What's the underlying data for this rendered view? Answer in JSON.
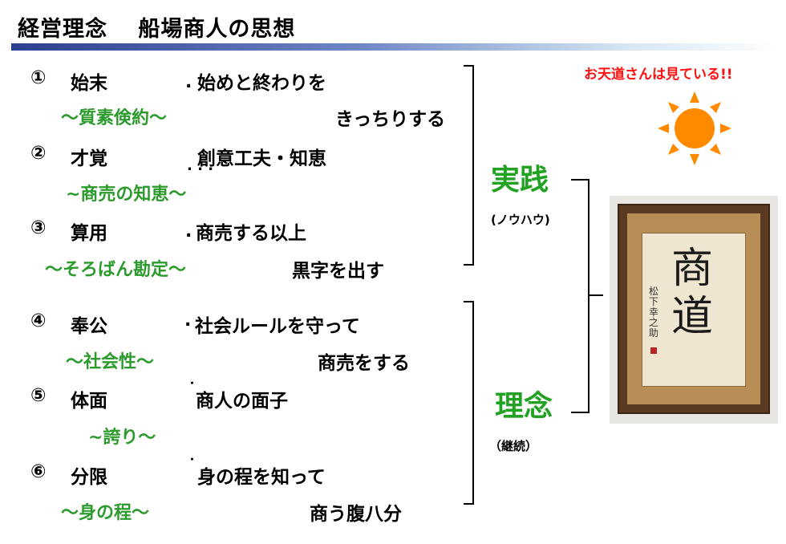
{
  "title": "経営理念　 船場商人の思想",
  "items": [
    {
      "num": "①",
      "name": "始末",
      "dots": ".",
      "desc": "始めと終わりを",
      "sub": "～質素倹約～",
      "desc2": "きっちりする"
    },
    {
      "num": "②",
      "name": "才覚",
      "dots": ". . .",
      "desc": "創意工夫・知恵",
      "sub": "~商売の知恵～",
      "desc2": ""
    },
    {
      "num": "③",
      "name": "算用",
      "dots": ".",
      "desc": "商売する以上",
      "sub": "～そろばん勘定～",
      "desc2": "黒字を出す"
    },
    {
      "num": "④",
      "name": "奉公",
      "dots": ".",
      "desc": "社会ルールを守って",
      "sub": "～社会性～",
      "desc2": "商売をする"
    },
    {
      "num": "⑤",
      "name": "体面",
      "dots": "˙",
      "desc": "商人の面子",
      "sub": "~誇り～",
      "desc2": ""
    },
    {
      "num": "⑥",
      "name": "分限",
      "dots": "˙",
      "desc": "身の程を知って",
      "sub": "～身の程～",
      "desc2": "商う腹八分"
    }
  ],
  "groups": {
    "practice": {
      "label": "実践",
      "sub": "(ノウハウ)"
    },
    "philosophy": {
      "label": "理念",
      "sub": "（継続）"
    }
  },
  "note": "お天道さんは見ている!!",
  "calligraphy": {
    "text": "商道",
    "signature": "松下幸之助"
  },
  "icons": {
    "sun": "sun-icon",
    "frame": "framed-calligraphy-image"
  },
  "colors": {
    "green": "#2c9a2c",
    "red": "#ff1010",
    "sun": "#ff8a00"
  }
}
